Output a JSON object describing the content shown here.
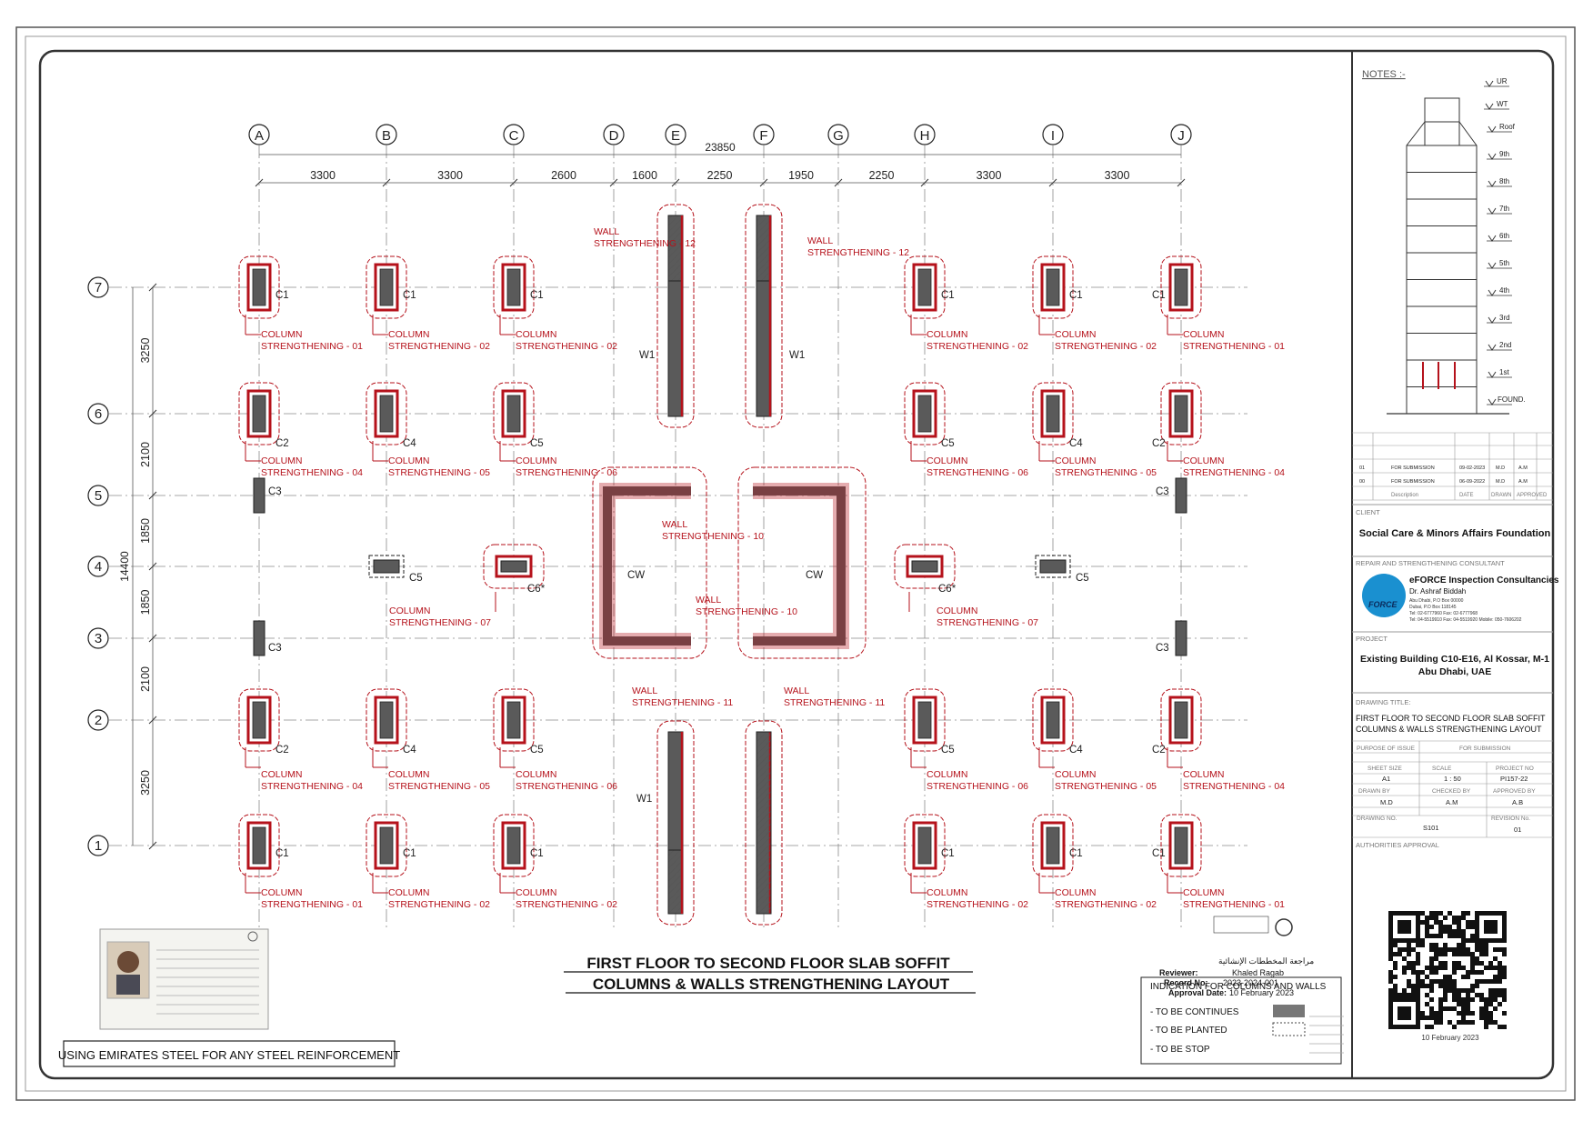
{
  "colors": {
    "accent": "#b5121b",
    "line": "#333333",
    "column_fill": "#555555",
    "grid": "#888888"
  },
  "grid": {
    "x_labels": [
      "A",
      "B",
      "C",
      "D",
      "E",
      "F",
      "G",
      "H",
      "I",
      "J"
    ],
    "x_spacings": [
      "3300",
      "3300",
      "2600",
      "1600",
      "2250",
      "1950",
      "2250",
      "3300",
      "3300"
    ],
    "x_total": "23850",
    "y_labels": [
      "7",
      "6",
      "5",
      "4",
      "3",
      "2",
      "1"
    ],
    "y_spacings": [
      "3250",
      "2100",
      "1850",
      "1850",
      "2100",
      "3250"
    ],
    "y_total": "14400"
  },
  "columns": [
    {
      "id": "C1",
      "gx": 0,
      "gy": 0,
      "tag": "COLUMN\nSTRENGTHENING - 01"
    },
    {
      "id": "C1",
      "gx": 1,
      "gy": 0,
      "tag": "COLUMN\nSTRENGTHENING - 02"
    },
    {
      "id": "C1",
      "gx": 2,
      "gy": 0,
      "tag": "COLUMN\nSTRENGTHENING - 02"
    },
    {
      "id": "C1",
      "gx": 7,
      "gy": 0,
      "tag": "COLUMN\nSTRENGTHENING - 02"
    },
    {
      "id": "C1",
      "gx": 8,
      "gy": 0,
      "tag": "COLUMN\nSTRENGTHENING - 02"
    },
    {
      "id": "C1",
      "gx": 9,
      "gy": 0,
      "tag": "COLUMN\nSTRENGTHENING - 01"
    },
    {
      "id": "C2",
      "gx": 0,
      "gy": 1,
      "tag": "COLUMN\nSTRENGTHENING - 04"
    },
    {
      "id": "C4",
      "gx": 1,
      "gy": 1,
      "tag": "COLUMN\nSTRENGTHENING - 05"
    },
    {
      "id": "C5",
      "gx": 2,
      "gy": 1,
      "tag": "COLUMN\nSTRENGTHENING - 06"
    },
    {
      "id": "C5",
      "gx": 7,
      "gy": 1,
      "tag": "COLUMN\nSTRENGTHENING - 06"
    },
    {
      "id": "C4",
      "gx": 8,
      "gy": 1,
      "tag": "COLUMN\nSTRENGTHENING - 05"
    },
    {
      "id": "C2",
      "gx": 9,
      "gy": 1,
      "tag": "COLUMN\nSTRENGTHENING - 04"
    },
    {
      "id": "C2",
      "gx": 0,
      "gy": 5,
      "tag": "COLUMN\nSTRENGTHENING - 04"
    },
    {
      "id": "C4",
      "gx": 1,
      "gy": 5,
      "tag": "COLUMN\nSTRENGTHENING - 05"
    },
    {
      "id": "C5",
      "gx": 2,
      "gy": 5,
      "tag": "COLUMN\nSTRENGTHENING - 06"
    },
    {
      "id": "C5",
      "gx": 7,
      "gy": 5,
      "tag": "COLUMN\nSTRENGTHENING - 06"
    },
    {
      "id": "C4",
      "gx": 8,
      "gy": 5,
      "tag": "COLUMN\nSTRENGTHENING - 05"
    },
    {
      "id": "C2",
      "gx": 9,
      "gy": 5,
      "tag": "COLUMN\nSTRENGTHENING - 04"
    },
    {
      "id": "C1",
      "gx": 0,
      "gy": 6,
      "tag": "COLUMN\nSTRENGTHENING - 01"
    },
    {
      "id": "C1",
      "gx": 1,
      "gy": 6,
      "tag": "COLUMN\nSTRENGTHENING - 02"
    },
    {
      "id": "C1",
      "gx": 2,
      "gy": 6,
      "tag": "COLUMN\nSTRENGTHENING - 02"
    },
    {
      "id": "C1",
      "gx": 7,
      "gy": 6,
      "tag": "COLUMN\nSTRENGTHENING - 02"
    },
    {
      "id": "C1",
      "gx": 8,
      "gy": 6,
      "tag": "COLUMN\nSTRENGTHENING - 02"
    },
    {
      "id": "C1",
      "gx": 9,
      "gy": 6,
      "tag": "COLUMN\nSTRENGTHENING - 01"
    }
  ],
  "plain_columns": [
    {
      "id": "C3",
      "gx": 0,
      "gy": 2
    },
    {
      "id": "C3",
      "gx": 9,
      "gy": 2
    },
    {
      "id": "C3",
      "gx": 0,
      "gy": 4
    },
    {
      "id": "C3",
      "gx": 9,
      "gy": 4
    },
    {
      "id": "C5",
      "gx": 1,
      "gy": 3
    },
    {
      "id": "C5",
      "gx": 8,
      "gy": 3
    }
  ],
  "c6_columns": [
    {
      "id": "C6*",
      "side": "left",
      "tag": "COLUMN\nSTRENGTHENING - 07"
    },
    {
      "id": "C6*",
      "side": "right",
      "tag": "COLUMN\nSTRENGTHENING - 07"
    }
  ],
  "walls": {
    "w1": "W1",
    "cw": "CW",
    "top_left": "WALL\nSTRENGTHENING - 12",
    "top_right": "WALL\nSTRENGTHENING - 12",
    "core_left": "WALL\nSTRENGTHENING - 10",
    "core_right": "WALL\nSTRENGTHENING - 10",
    "bottom_left": "WALL\nSTRENGTHENING - 11",
    "bottom_right": "WALL\nSTRENGTHENING - 11"
  },
  "drawing_title": {
    "line1": "FIRST FLOOR TO SECOND FLOOR SLAB SOFFIT",
    "line2": "COLUMNS & WALLS  STRENGTHENING LAYOUT"
  },
  "steel_note": "USING EMIRATES STEEL FOR ANY STEEL REINFORCEMENT",
  "approval": {
    "reviewer_label": "Reviewer:",
    "reviewer": "Khaled Ragab",
    "record_label": "Record No:",
    "record": "2023-2024-001",
    "date_label": "Approval Date:",
    "date": "10 February 2023",
    "arabic_title": "مراجعة المخططات الإنشائية",
    "status_title": "INDICATION FOR COLUMNS AND WALLS",
    "items": [
      "- TO BE CONTINUES",
      "- TO BE PLANTED",
      "- TO BE STOP"
    ]
  },
  "title_block": {
    "notes": "NOTES :-",
    "floors": [
      "UR",
      "WT",
      "Roof",
      "9th",
      "8th",
      "7th",
      "6th",
      "5th",
      "4th",
      "3rd",
      "2nd",
      "1st",
      "FOUND."
    ],
    "revisions": [
      {
        "no": "01",
        "desc": "FOR SUBMISSION",
        "date": "09-02-2023",
        "by": "M.D",
        "ap": "A.M"
      },
      {
        "no": "00",
        "desc": "FOR SUBMISSION",
        "date": "06-09-2022",
        "by": "M.D",
        "ap": "A.M"
      }
    ],
    "rev_headers": [
      "Description",
      "DATE",
      "DRAWN",
      "APPROVED"
    ],
    "client_label": "CLIENT",
    "client": "Social Care & Minors Affairs Foundation",
    "consultant_label": "REPAIR AND STRENGTHENING CONSULTANT",
    "consultant": "eFORCE Inspection Consultancies",
    "consultant_person": "Dr. Ashraf Biddah",
    "consultant_lines": [
      "Abu Dhabi, P.O Box 00000",
      "Dubai, P.O Box 118145",
      "Tel: 02-6777960  Fax: 02-6777968",
      "Tel: 04-5519910  Fax: 04-5519920  Mobile: 050-7606202"
    ],
    "logo_text": "FORCE",
    "project_label": "PROJECT",
    "project_1": "Existing Building C10-E16, Al Kossar, M-1",
    "project_2": "Abu Dhabi, UAE",
    "drawing_title_label": "DRAWING TITLE:",
    "drawing_title_1": "FIRST FLOOR TO SECOND FLOOR SLAB SOFFIT",
    "drawing_title_2": "COLUMNS & WALLS STRENGTHENING LAYOUT",
    "purpose_label": "PURPOSE OF ISSUE",
    "purpose": "FOR SUBMISSION",
    "sheet_size_label": "SHEET SIZE",
    "sheet_size": "A1",
    "scale_label": "SCALE",
    "scale": "1 : 50",
    "project_no_label": "PROJECT NO",
    "project_no": "PI157-22",
    "drawn_label": "DRAWN BY",
    "drawn": "M.D",
    "checked_label": "CHECKED BY",
    "checked": "A.M",
    "approved_label": "APPROVED BY",
    "approved": "A.B",
    "drawing_no_label": "DRAWING NO.",
    "drawing_no": "S101",
    "revision_label": "REVISION No.",
    "revision": "01",
    "authorities_label": "AUTHORITIES APPROVAL",
    "qr_date": "10 February 2023"
  }
}
